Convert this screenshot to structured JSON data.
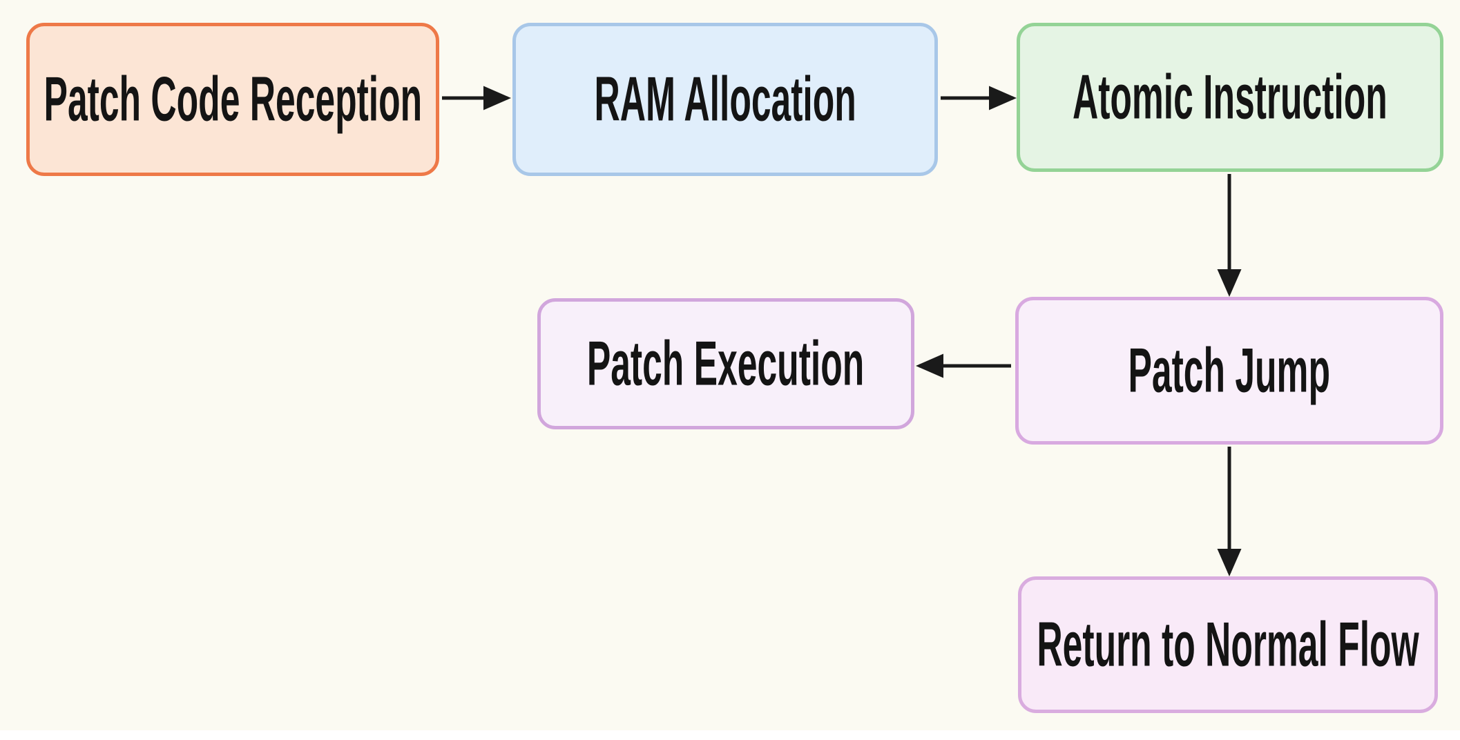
{
  "diagram": {
    "type": "flowchart",
    "background_color": "#FBFAF2",
    "arrow_color": "#1A1A1A",
    "text_color": "#141414",
    "nodes": [
      {
        "id": "patch-code-reception",
        "label": "Patch Code Reception",
        "fill": "#FCE5D5",
        "border": "#EE7948"
      },
      {
        "id": "ram-allocation",
        "label": "RAM Allocation",
        "fill": "#E0EEFB",
        "border": "#A8C7E8"
      },
      {
        "id": "atomic-instruction",
        "label": "Atomic Instruction",
        "fill": "#E5F4E4",
        "border": "#94D396"
      },
      {
        "id": "patch-jump",
        "label": "Patch Jump",
        "fill": "#F9EFFA",
        "border": "#D8A9E0"
      },
      {
        "id": "patch-execution",
        "label": "Patch Execution",
        "fill": "#F8F0FA",
        "border": "#D1A6DC"
      },
      {
        "id": "return-to-normal-flow",
        "label": "Return to Normal Flow",
        "fill": "#F9EAF8",
        "border": "#D9ACDF"
      }
    ],
    "edges": [
      {
        "from": "patch-code-reception",
        "to": "ram-allocation",
        "direction": "right"
      },
      {
        "from": "ram-allocation",
        "to": "atomic-instruction",
        "direction": "right"
      },
      {
        "from": "atomic-instruction",
        "to": "patch-jump",
        "direction": "down"
      },
      {
        "from": "patch-jump",
        "to": "patch-execution",
        "direction": "left"
      },
      {
        "from": "patch-jump",
        "to": "return-to-normal-flow",
        "direction": "down"
      }
    ]
  }
}
